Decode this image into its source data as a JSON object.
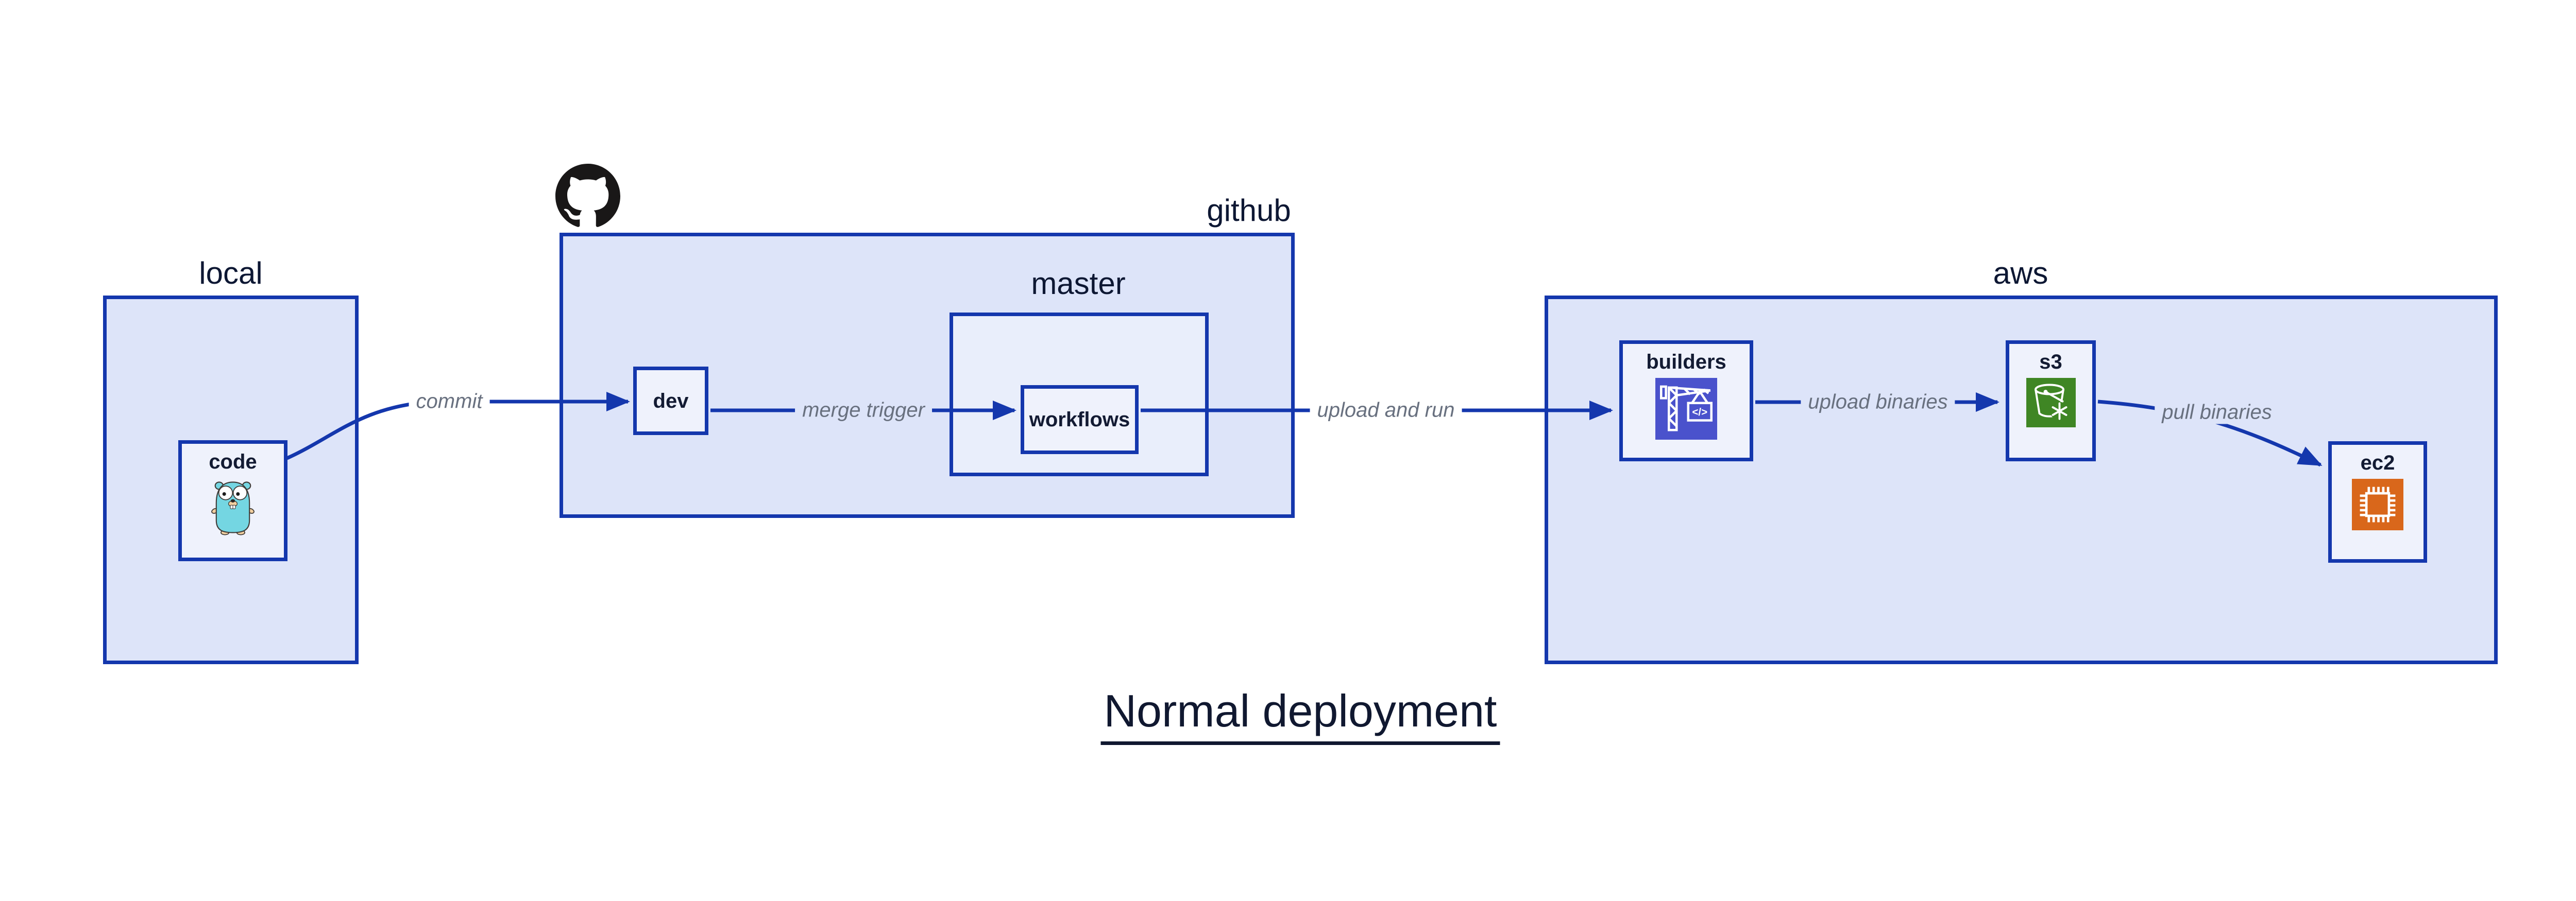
{
  "title": "Normal deployment",
  "containers": {
    "local": {
      "label": "local"
    },
    "github": {
      "label": "github",
      "icon": "github-octocat-icon"
    },
    "master": {
      "label": "master"
    },
    "aws": {
      "label": "aws"
    }
  },
  "nodes": {
    "code": {
      "label": "code",
      "icon": "go-gopher-icon"
    },
    "dev": {
      "label": "dev"
    },
    "workflows": {
      "label": "workflows"
    },
    "builders": {
      "label": "builders",
      "icon": "codebuild-crane-icon"
    },
    "s3": {
      "label": "s3",
      "icon": "s3-glacier-bucket-icon"
    },
    "ec2": {
      "label": "ec2",
      "icon": "ec2-chip-icon"
    }
  },
  "edges": [
    {
      "id": "commit",
      "from": "code",
      "to": "dev",
      "label": "commit"
    },
    {
      "id": "merge-trigger",
      "from": "dev",
      "to": "workflows",
      "label": "merge trigger"
    },
    {
      "id": "upload-and-run",
      "from": "workflows",
      "to": "builders",
      "label": "upload and run"
    },
    {
      "id": "upload-binaries",
      "from": "builders",
      "to": "s3",
      "label": "upload binaries"
    },
    {
      "id": "pull-binaries",
      "from": "s3",
      "to": "ec2",
      "label": "pull binaries"
    }
  ],
  "colors": {
    "border_blue": "#1437ad",
    "arrow_blue": "#1437ad",
    "container_fill": "#dde4f9",
    "inner_container_fill": "#e9eefb",
    "node_fill": "#eff2fc",
    "edge_label_gray": "#68707f",
    "text_navy": "#131b33",
    "title_navy": "#101830",
    "codebuild_purple": "#4a52cc",
    "s3_green": "#3f8624",
    "ec2_orange": "#d9671b",
    "octocat_black": "#191717",
    "gopher_teal": "#74d6e2"
  }
}
